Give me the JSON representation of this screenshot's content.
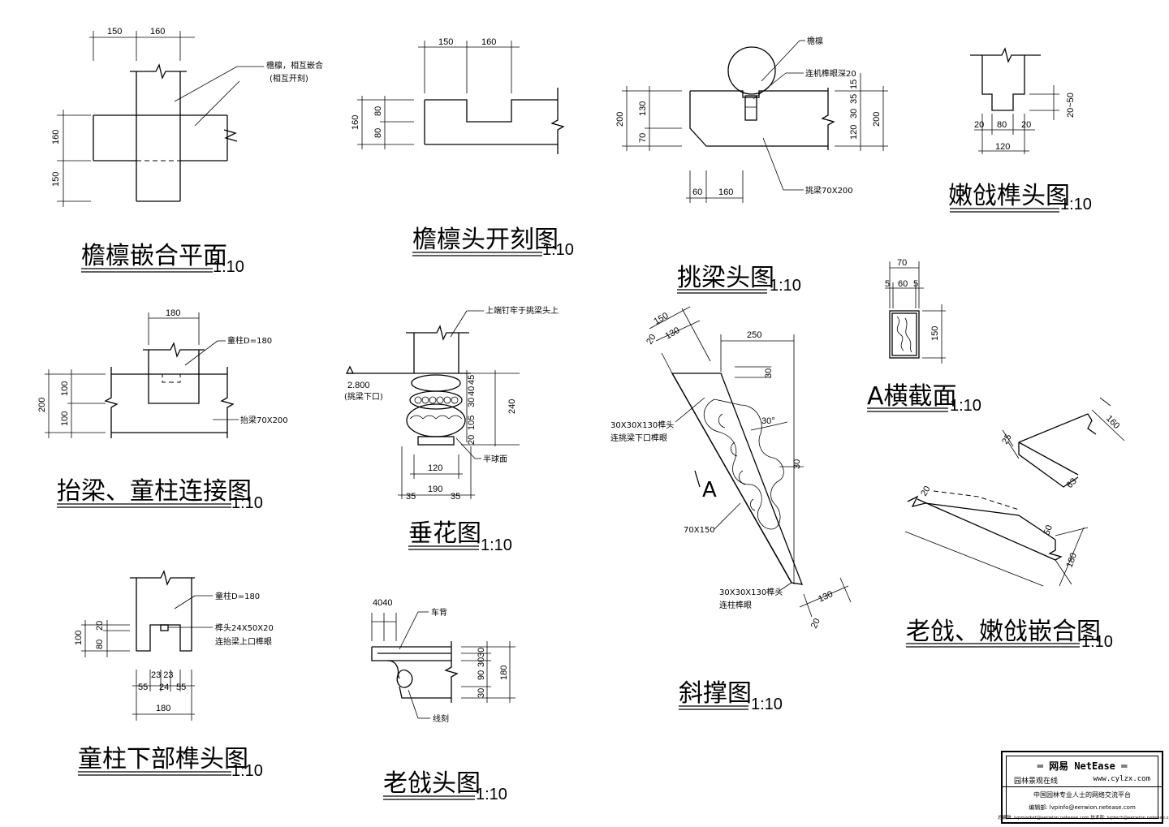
{
  "drawings": {
    "yanlin_plan": {
      "title": "檐檩嵌合平面",
      "scale": "1:10",
      "dim_a": "150",
      "dim_b": "160",
      "dim_c": "160",
      "dim_d": "150",
      "note1": "檐檩，相互嵌合",
      "note2": "(相互开刻)"
    },
    "yanlin_head": {
      "title": "檐檩头开刻图",
      "scale": "1:10",
      "dim_a": "150",
      "dim_b": "160",
      "dim_c": "160",
      "dim_d": "80",
      "dim_e": "80"
    },
    "tiaoliang": {
      "title": "挑梁头图",
      "scale": "1:10",
      "note1": "檐檩",
      "note2": "连机榫眼深20",
      "note3": "挑梁70X200",
      "dim_200a": "200",
      "dim_130": "130",
      "dim_70": "70",
      "dim_15": "15",
      "dim_35": "35",
      "dim_30": "30",
      "dim_120": "120",
      "dim_200b": "200",
      "dim_60": "60",
      "dim_160": "160"
    },
    "nenqiang": {
      "title": "嫩戗榫头图",
      "scale": "1:10",
      "dim_20a": "20",
      "dim_80": "80",
      "dim_20b": "20",
      "dim_120": "120",
      "dim_2050": "20~50"
    },
    "tailiang": {
      "title": "抬梁、童柱连接图",
      "scale": "1:10",
      "dim_180": "180",
      "dim_200": "200",
      "dim_100a": "100",
      "dim_100b": "100",
      "note1": "童柱D=180",
      "note2": "抬梁70X200"
    },
    "chuihua": {
      "title": "垂花图",
      "scale": "1:10",
      "note1": "上端钉牢于挑梁头上",
      "level": "2.800",
      "level_note": "(挑梁下口)",
      "note2": "半球面",
      "dim_45": "45",
      "dim_40": "40",
      "dim_30": "30",
      "dim_105": "105",
      "dim_20": "20",
      "dim_240": "240",
      "dim_120": "120",
      "dim_190": "190",
      "dim_35a": "35",
      "dim_35b": "35"
    },
    "xiecheng": {
      "title": "斜撑图",
      "scale": "1:10",
      "dim_150": "150",
      "dim_130a": "130",
      "dim_20a": "20",
      "dim_250": "250",
      "dim_30a": "30",
      "angle": "30°",
      "dim_30b": "30",
      "note1": "30X30X130榫头",
      "note2": "连挑梁下口榫眼",
      "section_mark": "A",
      "note3": "70X150",
      "note4": "30X30X130榫头",
      "note5": "连柱榫眼",
      "dim_130b": "130",
      "dim_20b": "20"
    },
    "a_section": {
      "title": "A横截面",
      "scale": "1:10",
      "dim_70": "70",
      "dim_5a": "5",
      "dim_60": "60",
      "dim_5b": "5",
      "dim_150": "150"
    },
    "laoqiang_joint": {
      "title": "老戗、嫩戗嵌合图",
      "scale": "1:10",
      "dim_25": "25",
      "dim_160": "160",
      "dim_63": "63",
      "dim_20": "20",
      "dim_50": "50",
      "dim_180": "180"
    },
    "tongzhu": {
      "title": "童柱下部榫头图",
      "scale": "1:10",
      "note1": "童柱D=180",
      "note2": "榫头24X50X20",
      "note3": "连抬梁上口榫眼",
      "dim_100": "100",
      "dim_20": "20",
      "dim_80": "80",
      "dim_top": "23 23",
      "dim_55a": "55",
      "dim_24": "24",
      "dim_55b": "55",
      "dim_180": "180"
    },
    "laoqiang_head": {
      "title": "老戗头图",
      "scale": "1:10",
      "dim_4040": "4040",
      "note1": "车背",
      "note2": "线刻",
      "dim_30a": "30",
      "dim_30b": "30",
      "dim_90": "90",
      "dim_30c": "30",
      "dim_180": "180"
    }
  },
  "watermark": {
    "brand": "═ 网易 NetEase ═",
    "site_cn": "园林景观在线",
    "site_url": "www.cylzx.com",
    "slogan": "中国园林专业人士的网络交流平台",
    "editor": "编辑部: lvpinfo@eerwion.netease.com",
    "footer": "总编辑: lvpmarket@eerwion.netease.com  技术部: lvptech@eerwion.netease.com"
  }
}
